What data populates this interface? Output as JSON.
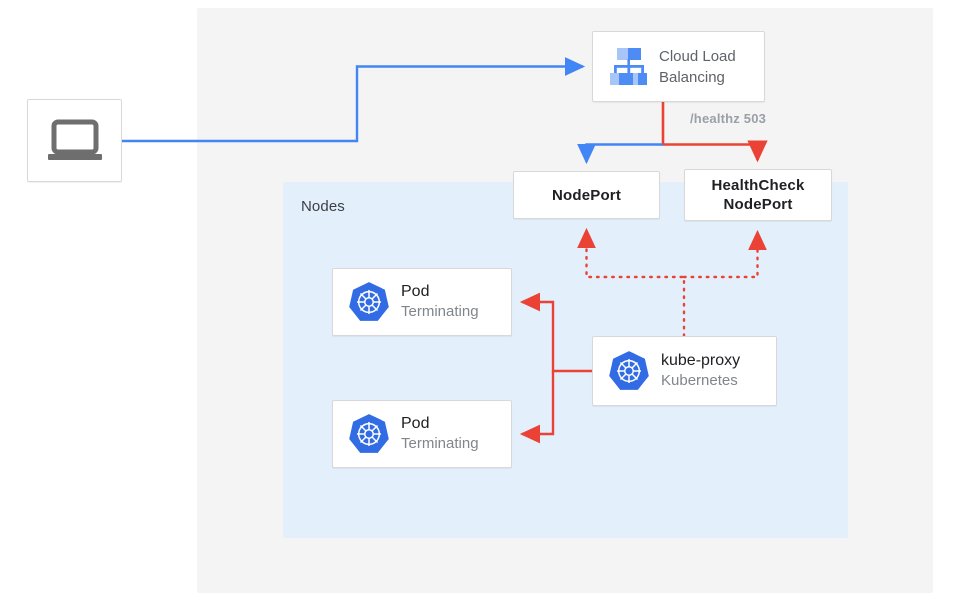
{
  "diagram": {
    "title_region_label": "Nodes",
    "colors": {
      "blue_traffic": "#4285f4",
      "red_traffic": "#ea4335",
      "nodes_region": "#e3f0fc",
      "cluster_region": "#f4f4f4",
      "k8s_blue": "#326ce5",
      "text_dark": "#202124",
      "text_muted": "#80868b",
      "laptop_gray": "#6e6e6e"
    },
    "client": {
      "icon": "laptop-icon"
    },
    "load_balancer": {
      "icon": "cloud-load-balancing-icon",
      "label_line_1": "Cloud Load",
      "label_line_2": "Balancing"
    },
    "healthz": {
      "label": "/healthz 503"
    },
    "nodeport": {
      "label": "NodePort"
    },
    "healthcheck_nodeport": {
      "label_line_1": "HealthCheck",
      "label_line_2": "NodePort"
    },
    "pods": [
      {
        "icon": "kubernetes-icon",
        "title": "Pod",
        "subtitle": "Terminating"
      },
      {
        "icon": "kubernetes-icon",
        "title": "Pod",
        "subtitle": "Terminating"
      }
    ],
    "kube_proxy": {
      "icon": "kubernetes-icon",
      "title": "kube-proxy",
      "subtitle": "Kubernetes"
    }
  }
}
